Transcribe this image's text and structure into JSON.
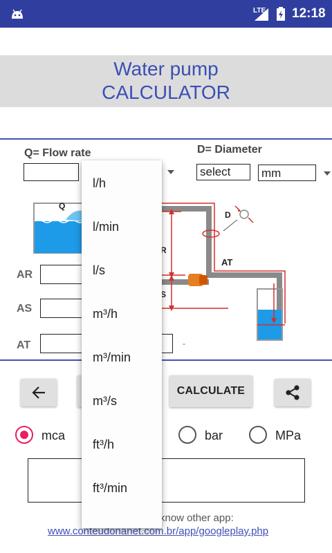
{
  "status_bar": {
    "network_label": "LTE",
    "time": "12:18",
    "icons": [
      "android-icon",
      "signal-icon",
      "battery-icon"
    ]
  },
  "title": {
    "line1": "Water pump",
    "line2": "CALCULATOR"
  },
  "inputs": {
    "flow_rate_label": "Q= Flow rate",
    "diameter_label": "D= Diameter",
    "diameter_value": "select",
    "diameter_unit": "mm",
    "ar_label": "AR",
    "as_label": "AS",
    "at_label": "AT",
    "at_suffix": "-"
  },
  "diagram": {
    "q_label": "Q",
    "d_label": "D",
    "r_label": "R",
    "s_label": "S",
    "at_label": "AT",
    "colors": {
      "water": "#1e9be8",
      "pipe": "#8a8a8a",
      "dimension": "#d32f2f",
      "pump": "#e67e22"
    }
  },
  "buttons": {
    "back_icon": "arrow-left-icon",
    "calculate": "CALCULATE",
    "share_icon": "share-icon"
  },
  "units": {
    "options": [
      {
        "label": "mca",
        "selected": true
      },
      {
        "label": "bar",
        "selected": false
      },
      {
        "label": "MPa",
        "selected": false
      }
    ]
  },
  "footer": {
    "text": "know other app:",
    "link": "www.conteudonanet.com.br/app/googleplay.php"
  },
  "flow_unit_dropdown": {
    "items": [
      "l/h",
      "l/min",
      "l/s",
      "m³/h",
      "m³/min",
      "m³/s",
      "ft³/h",
      "ft³/min"
    ]
  },
  "colors": {
    "status_bar": "#303f9f",
    "accent": "#3f51b5",
    "radio_selected": "#e91e63",
    "title_band": "#dcdcdc"
  }
}
